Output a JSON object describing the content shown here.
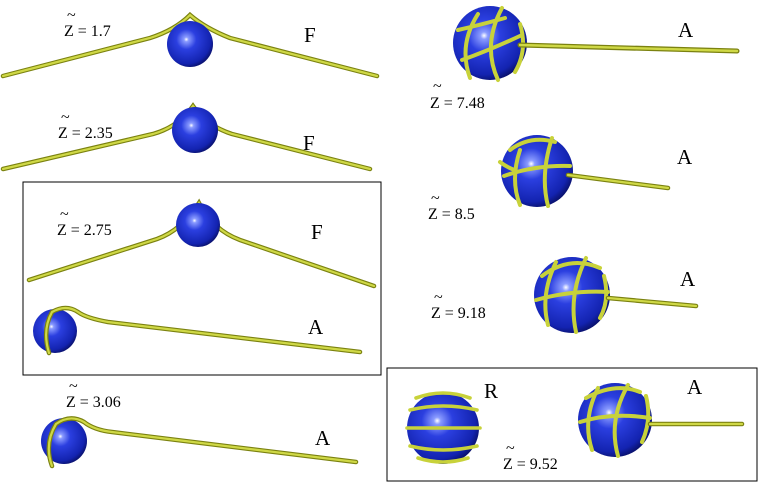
{
  "colors": {
    "sphere": "#1f2fd6",
    "wrap": "#c8d23a",
    "frame": "#000000"
  },
  "panels": [
    {
      "z": "1.7",
      "state": "F"
    },
    {
      "z": "2.35",
      "state": "F"
    },
    {
      "z": "2.75",
      "state": "F",
      "state2": "A"
    },
    {
      "z": "3.06",
      "state": "A"
    },
    {
      "z": "7.48",
      "state": "A"
    },
    {
      "z": "8.5",
      "state": "A"
    },
    {
      "z": "9.18",
      "state": "A"
    },
    {
      "z": "9.52",
      "state": "R",
      "state2": "A"
    }
  ],
  "z_prefix": "Z = "
}
